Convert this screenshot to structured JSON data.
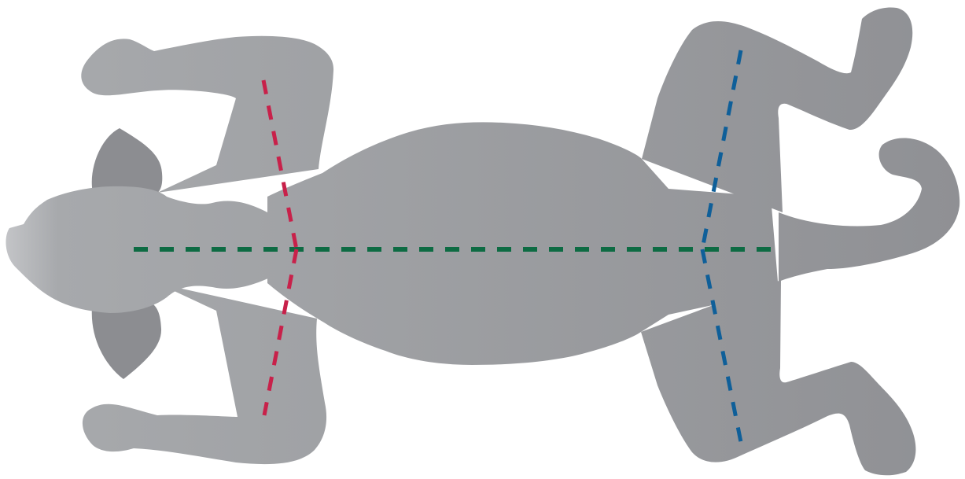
{
  "figure": {
    "subject": "dog-silhouette-top-view",
    "colors": {
      "body_light": "#c6c7ca",
      "body_mid": "#a7a9ac",
      "body_dark": "#8f9094",
      "ear": "#8c8d91"
    }
  },
  "lines": [
    {
      "id": "spine-line",
      "color": "#0d6b43",
      "style": "dashed"
    },
    {
      "id": "front-legs-line",
      "color": "#c8214a",
      "style": "dashed"
    },
    {
      "id": "hind-legs-line",
      "color": "#0f5f99",
      "style": "dashed"
    }
  ]
}
